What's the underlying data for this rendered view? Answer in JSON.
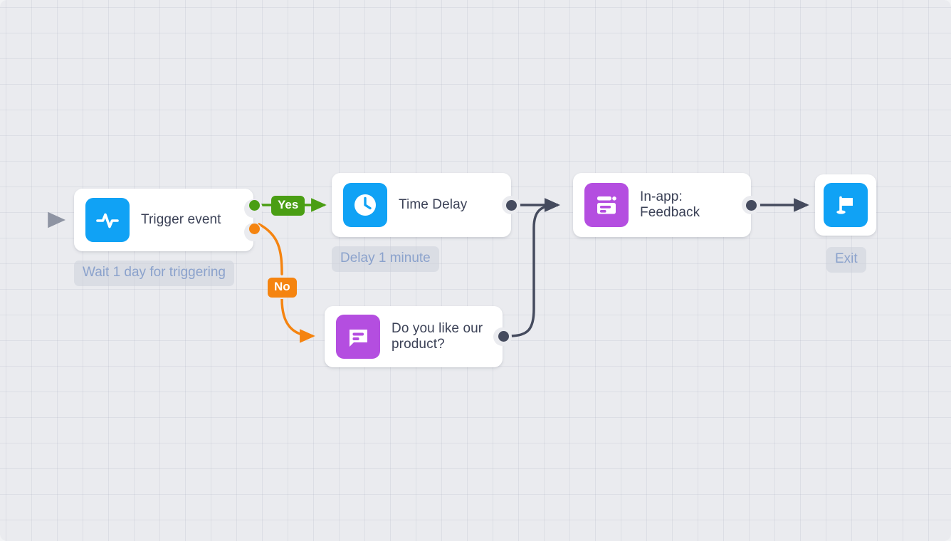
{
  "canvas": {
    "background_color": "#eaebef",
    "grid_color": "#aab0be"
  },
  "colors": {
    "node_surface": "#ffffff",
    "icon_blue": "#10a2f5",
    "icon_purple": "#b44ee0",
    "yes_green": "#4a9e14",
    "no_orange": "#f58410",
    "edge_gray": "#454b5e",
    "sublabel_text": "#8ba2cc",
    "node_text": "#3c4257"
  },
  "nodes": [
    {
      "id": "trigger",
      "label": "Trigger event",
      "icon": "pulse-icon",
      "icon_color": "blue",
      "sublabel": "Wait 1 day for triggering"
    },
    {
      "id": "time-delay",
      "label": "Time Delay",
      "icon": "clock-icon",
      "icon_color": "blue",
      "sublabel": "Delay 1 minute"
    },
    {
      "id": "in-app-feedback",
      "label": "In-app:\nFeedback",
      "icon": "in-app-window-icon",
      "icon_color": "purple",
      "sublabel": ""
    },
    {
      "id": "question",
      "label": "Do you like our\nproduct?",
      "icon": "chat-bubble-icon",
      "icon_color": "purple",
      "sublabel": ""
    },
    {
      "id": "exit",
      "label": "Exit",
      "icon": "flag-icon",
      "icon_color": "blue",
      "sublabel": "Exit"
    }
  ],
  "branches": [
    {
      "id": "yes",
      "label": "Yes",
      "color": "#4a9e14"
    },
    {
      "id": "no",
      "label": "No",
      "color": "#f58410"
    }
  ],
  "edges": [
    {
      "from": "external",
      "to": "trigger",
      "style": "dashed",
      "color": "#9aa0ae"
    },
    {
      "from": "trigger",
      "to": "time-delay",
      "style": "solid",
      "color": "#4a9e14",
      "branch": "Yes"
    },
    {
      "from": "trigger",
      "to": "question",
      "style": "solid",
      "color": "#f58410",
      "branch": "No"
    },
    {
      "from": "time-delay",
      "to": "in-app-feedback",
      "style": "solid",
      "color": "#454b5e"
    },
    {
      "from": "question",
      "to": "in-app-feedback",
      "style": "solid",
      "color": "#454b5e"
    },
    {
      "from": "in-app-feedback",
      "to": "exit",
      "style": "solid",
      "color": "#454b5e"
    }
  ]
}
